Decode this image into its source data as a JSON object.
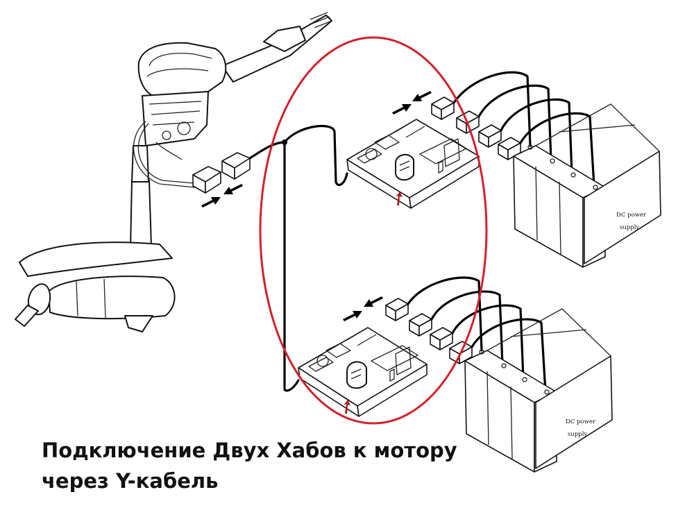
{
  "caption": {
    "line1": "Подключение Двух Хабов к мотору",
    "line2": "через  Y-кабель"
  },
  "power_supply_label_1": "DC power",
  "power_supply_label_2": "supply",
  "colors": {
    "highlight_ellipse": "#d41f2a",
    "indicator_arrow": "#b01818",
    "line": "#111111"
  }
}
